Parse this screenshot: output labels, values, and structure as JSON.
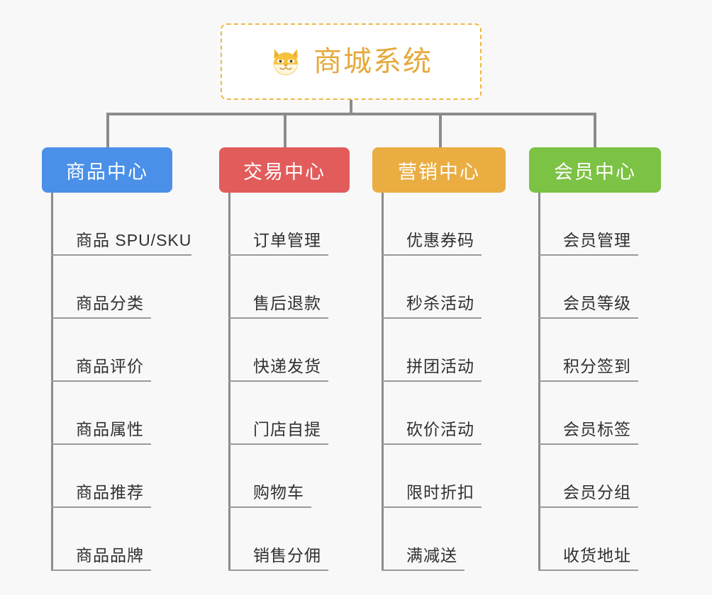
{
  "page": {
    "background_color": "#f8f8f8",
    "connector_color": "#8c8c8c"
  },
  "root": {
    "icon": "shiba-dog-face-emoji",
    "title": "商城系统",
    "title_color": "#e5a93c",
    "border_color": "#efb843",
    "border_style": "dashed",
    "background_color": "#ffffff"
  },
  "branches": [
    {
      "label": "商品中心",
      "color": "#4a90e8",
      "items": [
        "商品 SPU/SKU",
        "商品分类",
        "商品评价",
        "商品属性",
        "商品推荐",
        "商品品牌"
      ]
    },
    {
      "label": "交易中心",
      "color": "#e25c5c",
      "items": [
        "订单管理",
        "售后退款",
        "快递发货",
        "门店自提",
        "购物车",
        "销售分佣"
      ]
    },
    {
      "label": "营销中心",
      "color": "#eaad42",
      "items": [
        "优惠券码",
        "秒杀活动",
        "拼团活动",
        "砍价活动",
        "限时折扣",
        "满减送"
      ]
    },
    {
      "label": "会员中心",
      "color": "#7cc244",
      "items": [
        "会员管理",
        "会员等级",
        "积分签到",
        "会员标签",
        "会员分组",
        "收货地址"
      ]
    }
  ]
}
